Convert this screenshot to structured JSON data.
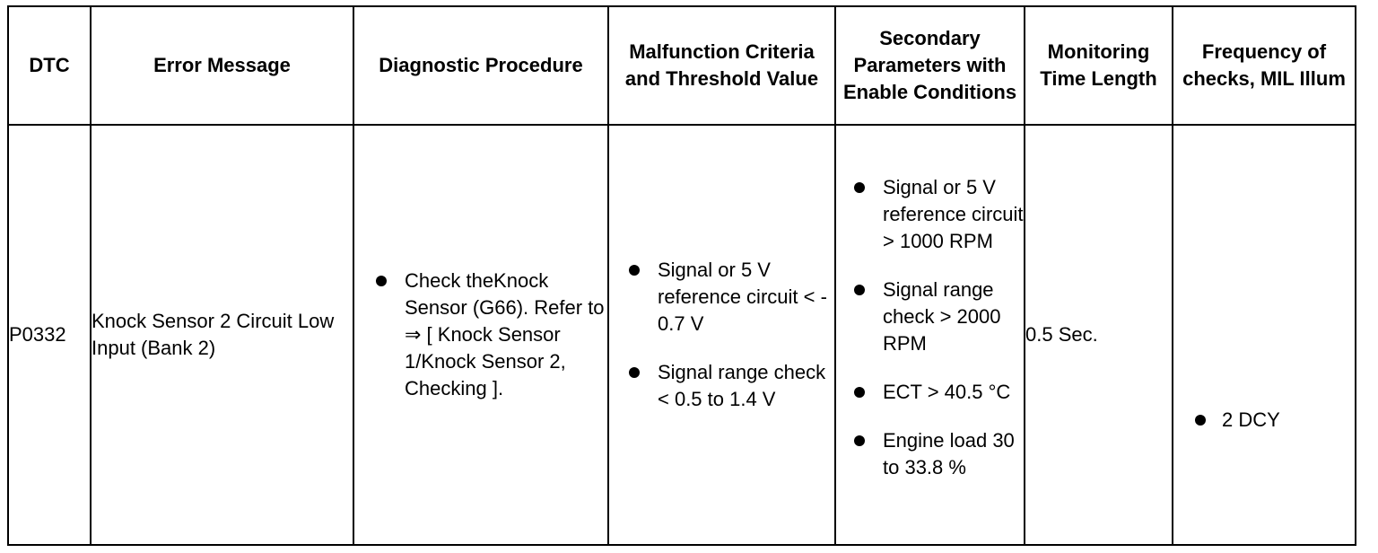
{
  "headers": {
    "dtc": "DTC",
    "error_message": "Error Message",
    "diagnostic_procedure": "Diagnostic Procedure",
    "malfunction_criteria": "Malfunction Criteria and Threshold Value",
    "secondary_parameters": "Secondary Parameters with Enable Conditions",
    "monitoring_time": "Monitoring Time Length",
    "frequency": "Frequency of checks, MIL Illum"
  },
  "row": {
    "dtc": "P0332",
    "error_message": "Knock Sensor 2 Circuit Low Input (Bank 2)",
    "diagnostic_procedure": [
      "Check theKnock Sensor (G66). Refer to ⇒ [ Knock Sensor 1/Knock Sensor 2, Checking ]."
    ],
    "malfunction_criteria": [
      "Signal or 5 V reference circuit < - 0.7 V",
      "Signal range check < 0.5 to 1.4 V"
    ],
    "secondary_parameters": [
      "Signal or 5 V reference circuit > 1000 RPM",
      "Signal range check > 2000 RPM",
      "ECT > 40.5 °C",
      "Engine load 30 to 33.8 %"
    ],
    "monitoring_time": "0.5 Sec.",
    "frequency": [
      "2 DCY"
    ]
  }
}
